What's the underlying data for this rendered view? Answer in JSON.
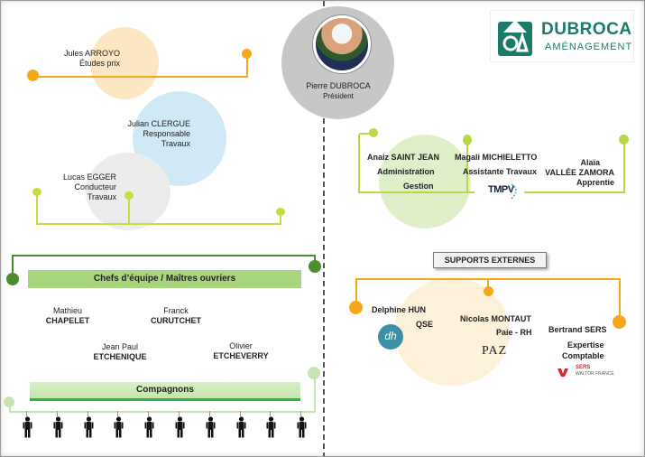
{
  "logo": {
    "brand": "DUBROCA",
    "sub": "AMÉNAGEMENT"
  },
  "president": {
    "name": "Pierre DUBROCA",
    "role": "Président"
  },
  "left_team": [
    {
      "name": "Jules ARROYO",
      "role": "Études prix"
    },
    {
      "name": "Julian CLERGUE",
      "role_line1": "Responsable",
      "role_line2": "Travaux"
    },
    {
      "name": "Lucas EGGER",
      "role_line1": "Conducteur",
      "role_line2": "Travaux"
    }
  ],
  "chefs": {
    "title": "Chefs d’équipe / Maîtres ouvriers",
    "members": [
      {
        "first": "Mathieu",
        "last": "CHAPELET"
      },
      {
        "first": "Franck",
        "last": "CURUTCHET"
      },
      {
        "first": "Jean Paul",
        "last": "ETCHENIQUE"
      },
      {
        "first": "Olivier",
        "last": "ETCHEVERRY"
      }
    ]
  },
  "compagnons": {
    "title": "Compagnons",
    "count": 10
  },
  "right_team": [
    {
      "name": "Anaiz SAINT JEAN",
      "role_line1": "Administration",
      "role_line2": "Gestion"
    },
    {
      "name": "Magali MICHIELETTO",
      "role": "Assistante Travaux"
    },
    {
      "name_line1": "Alaïa",
      "name_line2": "VALLÉE ZAMORA",
      "role": "Apprentie"
    }
  ],
  "tmpv_logo": "TMPV",
  "supports": {
    "title": "SUPPORTS EXTERNES",
    "members": [
      {
        "name": "Delphine HUN",
        "role": "QSE",
        "logo": "dh"
      },
      {
        "name": "Nicolas MONTAUT",
        "role": "Paie - RH",
        "logo": "PAZ"
      },
      {
        "name": "Bertrand SERS",
        "role_line1": "Expertise",
        "role_line2": "Comptable",
        "logo": "SERS",
        "logo_sub": "WALTOR FRANCE"
      }
    ]
  },
  "colors": {
    "orange": "#f5a81c",
    "green_light": "#a8d57e",
    "green_dark": "#4c8c2e",
    "yellow_green": "#c9dc3c",
    "peach": "#fde7c2",
    "sky": "#cfe9f7",
    "grey_bubble": "#ececec",
    "president_bubble": "#c9c9c9",
    "teal": "#1c7a6b"
  }
}
